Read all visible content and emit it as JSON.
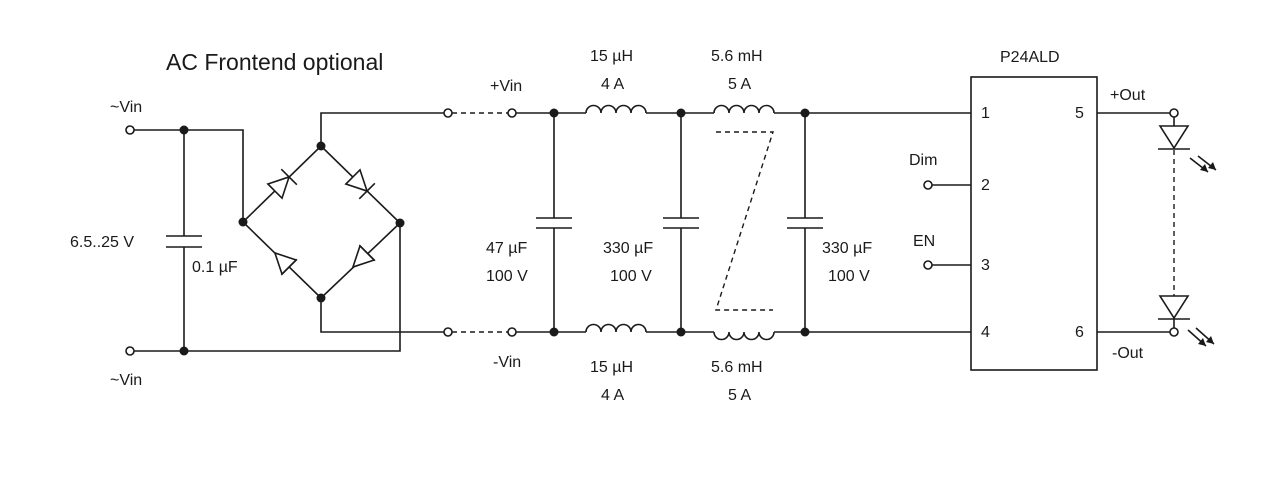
{
  "diagram": {
    "title": "AC Frontend optional",
    "input": {
      "ac_top": "~Vin",
      "ac_bottom": "~Vin",
      "voltage": "6.5..25 V",
      "cap": "0.1 µF"
    },
    "rails": {
      "plus_vin": "+Vin",
      "minus_vin": "-Vin"
    },
    "filter": {
      "c1": {
        "value": "47 µF",
        "voltage": "100 V"
      },
      "c2": {
        "value": "330 µF",
        "voltage": "100 V"
      },
      "c3": {
        "value": "330 µF",
        "voltage": "100 V"
      },
      "l1_top": {
        "value": "15 µH",
        "current": "4 A"
      },
      "l2_top": {
        "value": "5.6 mH",
        "current": "5 A"
      },
      "l1_bottom": {
        "value": "15 µH",
        "current": "4 A"
      },
      "l2_bottom": {
        "value": "5.6 mH",
        "current": "5 A"
      }
    },
    "module": {
      "name": "P24ALD",
      "pins": [
        "1",
        "2",
        "3",
        "4",
        "5",
        "6"
      ],
      "dim": "Dim",
      "en": "EN",
      "plus_out": "+Out",
      "minus_out": "-Out"
    }
  }
}
